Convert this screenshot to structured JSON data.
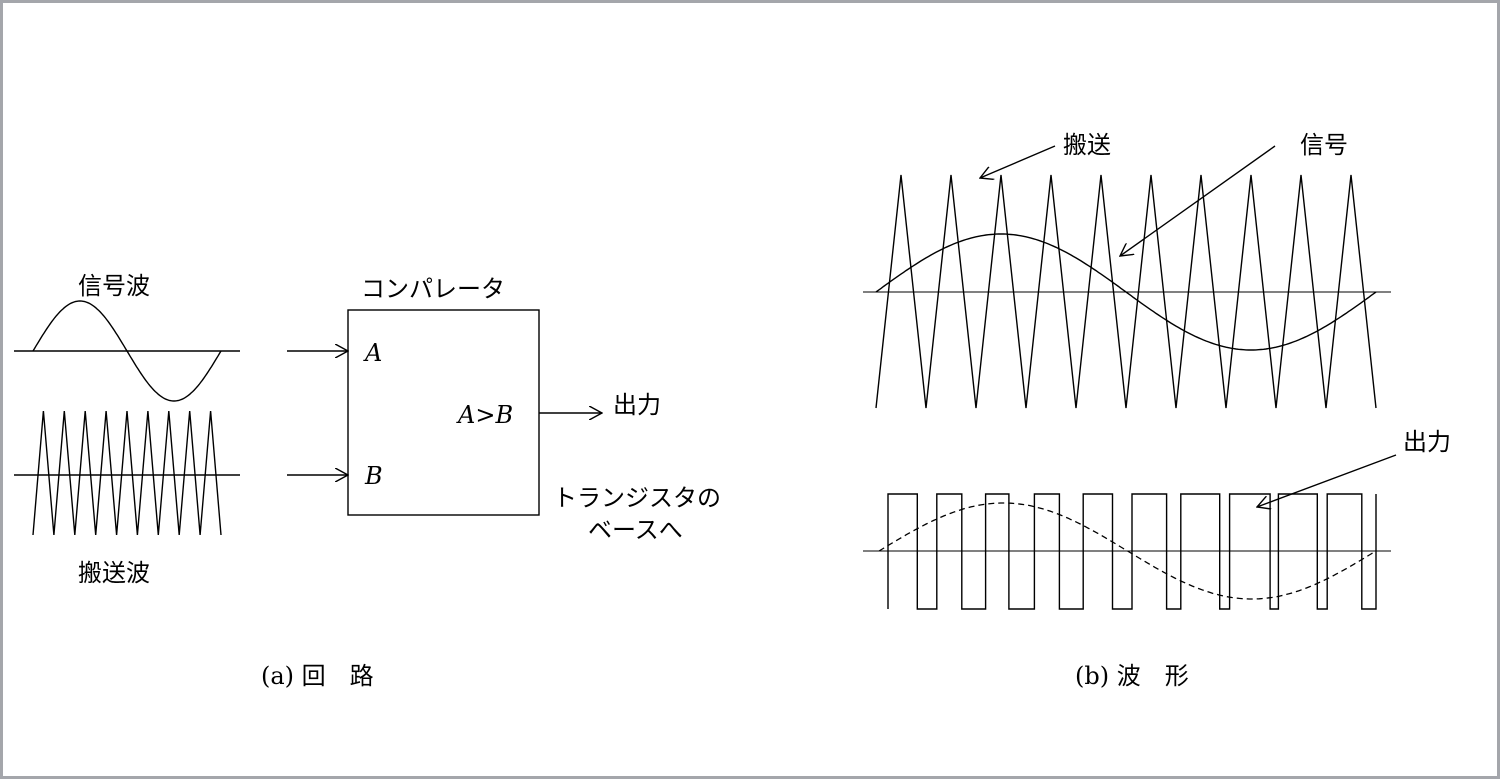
{
  "circuit": {
    "signal_wave_label": "信号波",
    "carrier_wave_label": "搬送波",
    "comparator_label": "コンパレータ",
    "input_a_label": "A",
    "input_b_label": "B",
    "condition_label": "A>B",
    "output_label": "出力",
    "transistor_note_line1": "トランジスタの",
    "transistor_note_line2": "ベースへ",
    "caption": "(a) 回　路"
  },
  "waveform": {
    "carrier_label": "搬送",
    "signal_label": "信号",
    "output_label": "出力",
    "caption": "(b) 波　形"
  },
  "colors": {
    "line": "#000000",
    "border": "#a4a6ab",
    "background": "#ffffff"
  }
}
